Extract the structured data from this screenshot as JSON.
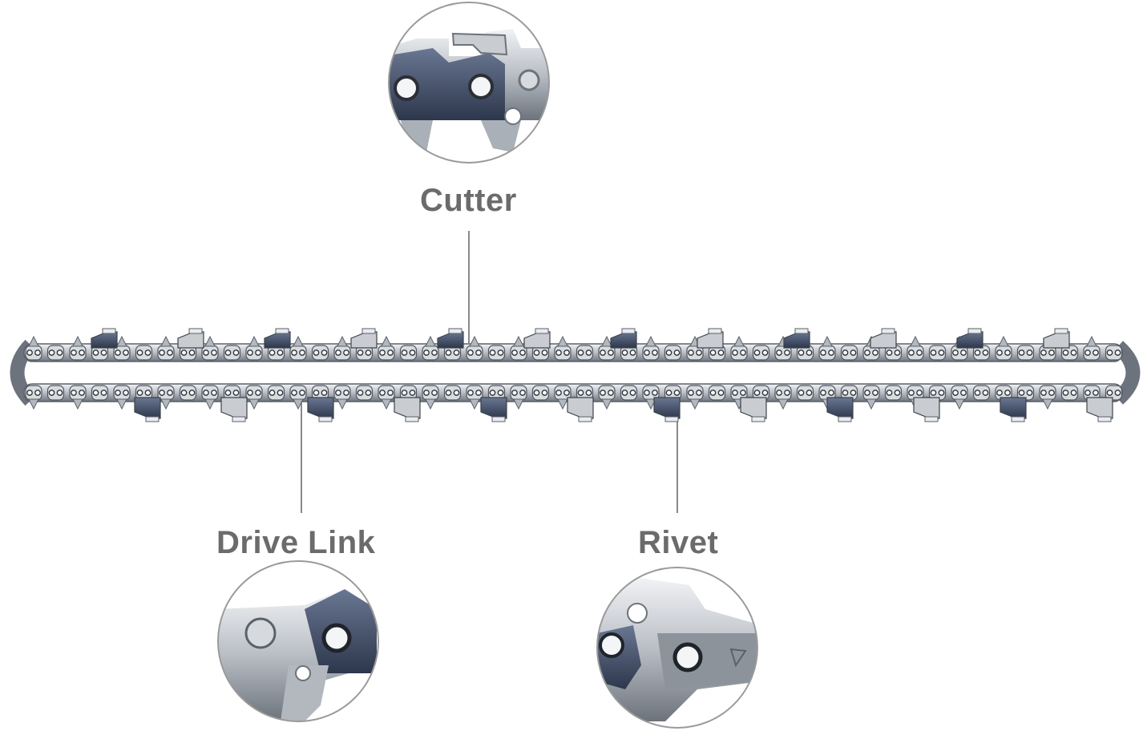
{
  "labels": {
    "cutter": "Cutter",
    "drive_link": "Drive Link",
    "rivet": "Rivet"
  },
  "colors": {
    "label_text": "#6b6b6b",
    "leader_line": "#8a8a8a",
    "steel_light": "#e4e6ea",
    "steel_mid": "#a9aeb5",
    "steel_dark": "#4f5660",
    "cutter_blue": "#3d4a66",
    "circle_border": "#9a9a9a"
  },
  "callouts": [
    {
      "name": "cutter-detail",
      "part": "Cutter"
    },
    {
      "name": "drive-link-detail",
      "part": "Drive Link"
    },
    {
      "name": "rivet-detail",
      "part": "Rivet"
    }
  ]
}
